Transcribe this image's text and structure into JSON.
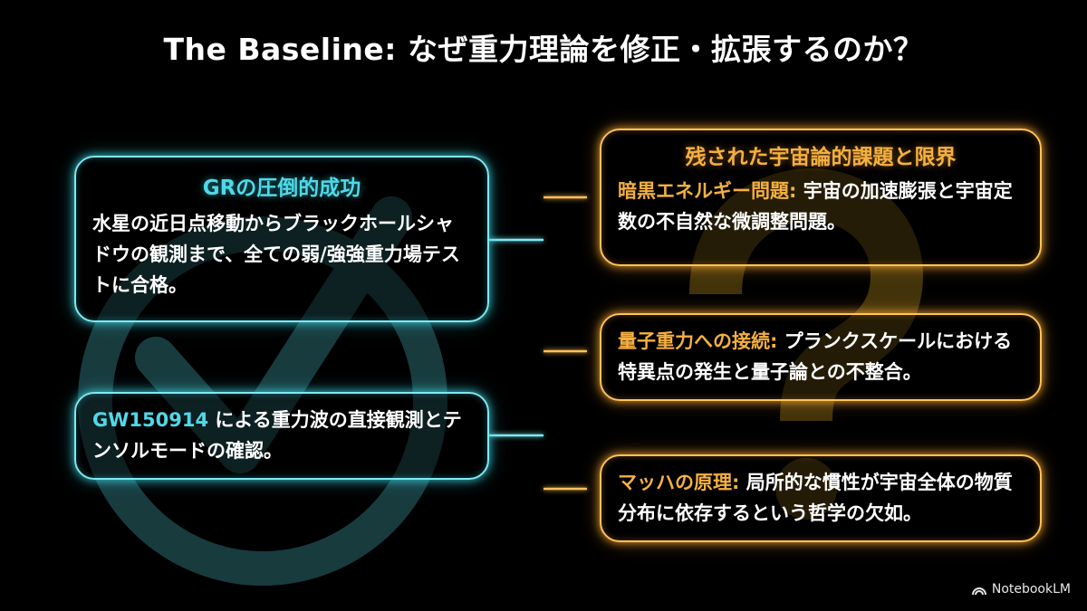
{
  "title": "The Baseline: なぜ重力理論を修正・拡張するのか？",
  "left": {
    "gr_box": {
      "heading": "GRの圧倒的成功",
      "text": "水星の近日点移動からブラックホールシャドウの観測まで、全ての弱/強強重力場テストに合格。"
    },
    "gw_box": {
      "lead": "GW150914",
      "text": " による重力波の直接観測とテンソルモードの確認。"
    }
  },
  "right": {
    "heading": "残された宇宙論的課題と限界",
    "items": [
      {
        "lead": "暗黒エネルギー問題:",
        "text": " 宇宙の加速膨張と宇宙定数の不自然な微調整問題。"
      },
      {
        "lead": "量子重力への接続:",
        "text": " プランクスケールにおける特異点の発生と量子論との不整合。"
      },
      {
        "lead": "マッハの原理:",
        "text": " 局所的な慣性が宇宙全体の物質分布に依存するという哲学の欠如。"
      }
    ]
  },
  "brand": "NotebookLM",
  "colors": {
    "cyan": "#4fd9e8",
    "orange": "#f5b040",
    "background": "#000000"
  },
  "icons": {
    "background_left": "checkmark-circle-icon",
    "background_right": "question-mark-icon",
    "brand": "notebooklm-logo-icon"
  }
}
